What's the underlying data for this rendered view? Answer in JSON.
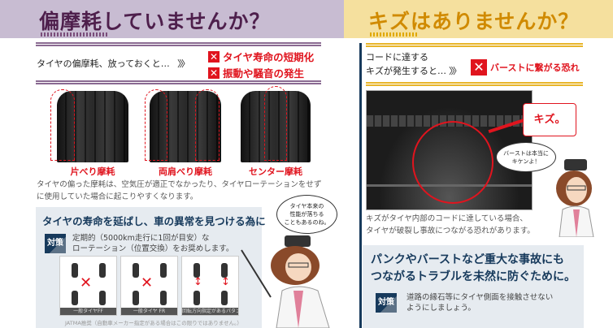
{
  "left": {
    "title": "偏摩耗していませんか？",
    "lead": "タイヤの偏摩耗、放っておくと…",
    "arrows": "〉〉〉",
    "warnings": [
      "タイヤ寿命の短期化",
      "振動や騒音の発生"
    ],
    "tires": [
      {
        "label": "片べり摩耗"
      },
      {
        "label": "両肩べり摩耗"
      },
      {
        "label": "センター摩耗"
      }
    ],
    "description": [
      "タイヤの偏った摩耗は、空気圧が適正でなかったり、タイヤローテーションをせず",
      "に使用していた場合に起こりやすくなります。"
    ],
    "box": {
      "heading": "タイヤの寿命を延ばし、車の異常を見つける為に",
      "badge": "対策",
      "text": [
        "定期的（5000km走行に1回が目安）な",
        "ローテーション（位置交換）をお奨めします。"
      ],
      "diagrams": [
        {
          "label": "一般タイヤFF"
        },
        {
          "label": "一般タイヤ FR"
        },
        {
          "label": "回転方向指定があるパタン"
        }
      ],
      "note": "JATMA推奨（自動車メーカー指定がある場合はこの限りではありません。）"
    },
    "bubble": [
      "タイヤ本来の",
      "性能が落ちる",
      "こともあるのね。"
    ]
  },
  "right": {
    "title": "キズはありませんか？",
    "lead": [
      "コードに達する",
      "キズが発生すると…"
    ],
    "arrows": "〉〉〉",
    "warning": "バーストに繋がる恐れ",
    "photo_callout": "キズ。",
    "bubble": [
      "バーストは本当に",
      "キケンよ！"
    ],
    "description": [
      "キズがタイヤ内部のコードに達している場合、",
      "タイヤが破裂し事故につながる恐れがあります。"
    ],
    "box": {
      "heading": [
        "パンクやバーストなど重大な事故にも",
        "つながるトラブルを未然に防ぐために。"
      ],
      "badge": "対策",
      "text": [
        "道路の縁石等にタイヤ側面を接触させない",
        "ようにしましょう。"
      ]
    }
  },
  "colors": {
    "purple": "#c8bcd2",
    "yellow": "#f5e09e",
    "red": "#e0141e",
    "navy": "#173a5c"
  }
}
